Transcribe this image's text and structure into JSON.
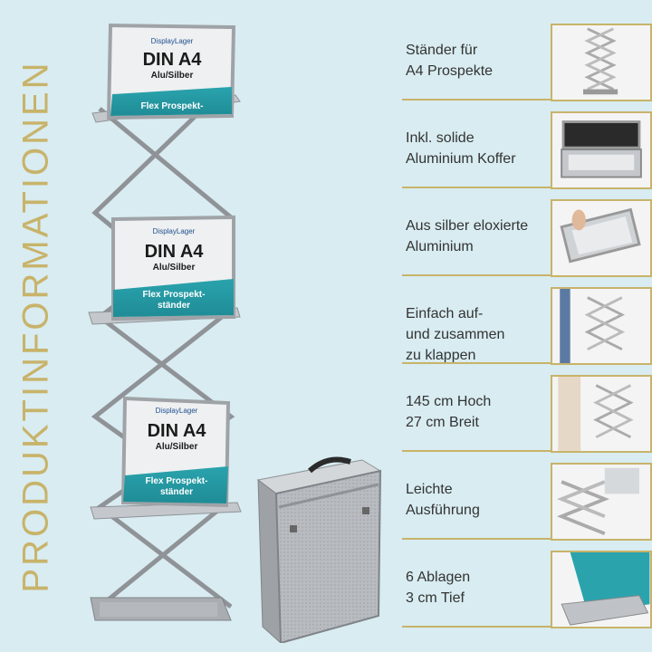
{
  "side_title": "PRODUKTINFORMATIONEN",
  "poster": {
    "logo": "DisplayLager",
    "heading": "DIN A4",
    "subheading": "Alu/Silber",
    "banner_line1": "Flex Prospekt-",
    "banner_line2": "ständer"
  },
  "features": [
    {
      "line1": "Ständer für",
      "line2": "A4 Prospekte",
      "line3": ""
    },
    {
      "line1": "Inkl. solide",
      "line2": "Aluminium Koffer",
      "line3": ""
    },
    {
      "line1": "Aus silber eloxierte",
      "line2": "Aluminium",
      "line3": ""
    },
    {
      "line1": "Einfach auf-",
      "line2": "und zusammen",
      "line3": "zu klappen"
    },
    {
      "line1": "145 cm Hoch",
      "line2": "27 cm Breit",
      "line3": ""
    },
    {
      "line1": "Leichte",
      "line2": "Ausführung",
      "line3": ""
    },
    {
      "line1": "6 Ablagen",
      "line2": "3 cm Tief",
      "line3": ""
    }
  ],
  "colors": {
    "background": "#d8ecf1",
    "accent": "#c8b36a",
    "teal": "#2aa3ad"
  }
}
